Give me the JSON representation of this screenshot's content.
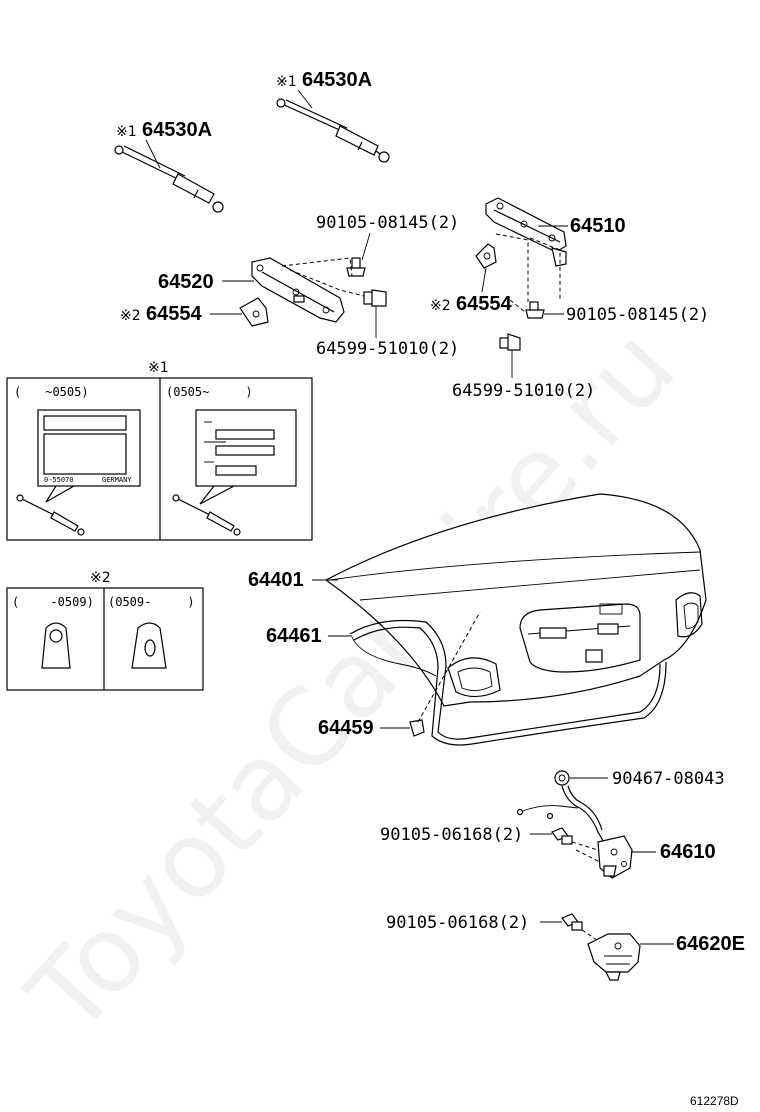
{
  "watermark": "ToyotaCarMire.ru",
  "diagram_code": "612278D",
  "labels": {
    "strut_right": {
      "mark": "※1",
      "part": "64530A"
    },
    "strut_left": {
      "mark": "※1",
      "part": "64530A"
    },
    "bolt_upper_left": "90105-08145(2)",
    "hinge_right": "64510",
    "hinge_left": "64520",
    "bracket_right": {
      "mark": "※2",
      "part": "64554"
    },
    "bracket_left": {
      "mark": "※2",
      "part": "64554"
    },
    "bolt_upper_right": "90105-08145(2)",
    "bolt_lower_left": "64599-51010(2)",
    "bolt_lower_right": "64599-51010(2)",
    "lid": "64401",
    "weatherstrip": "64461",
    "cushion": "64459",
    "clip": "90467-08043",
    "bolt_lock": "90105-06168(2)",
    "lock": "64610",
    "bolt_striker": "90105-06168(2)",
    "striker": "64620E"
  },
  "inset1": {
    "mark": "※1",
    "left_label": "(　　~0505)",
    "right_label": "(0505~　　　)",
    "left_small_texts": [
      "0-55070",
      "GERMANY"
    ]
  },
  "inset2": {
    "mark": "※2",
    "left_label": "(　　 -0509)",
    "right_label": "(0509-　　　)"
  }
}
